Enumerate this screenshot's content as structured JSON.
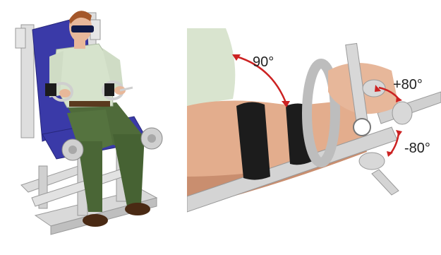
{
  "figure": {
    "left_panel": {
      "name": "seated-user-in-exoskeleton-chair"
    },
    "right_panel": {
      "name": "forearm-wrist-joint-closeup",
      "annotations": {
        "elbow_angle": "90°",
        "wrist_positive": "+80°",
        "wrist_negative": "-80°"
      }
    },
    "colors": {
      "chair_seat": "#3a3aa8",
      "frame": "#d8d8d8",
      "shirt": "#d6e3cc",
      "trousers": "#4f6b3a",
      "skin": "#e8b89a",
      "strap": "#1c1c1c",
      "arrow": "#cc2222"
    }
  }
}
